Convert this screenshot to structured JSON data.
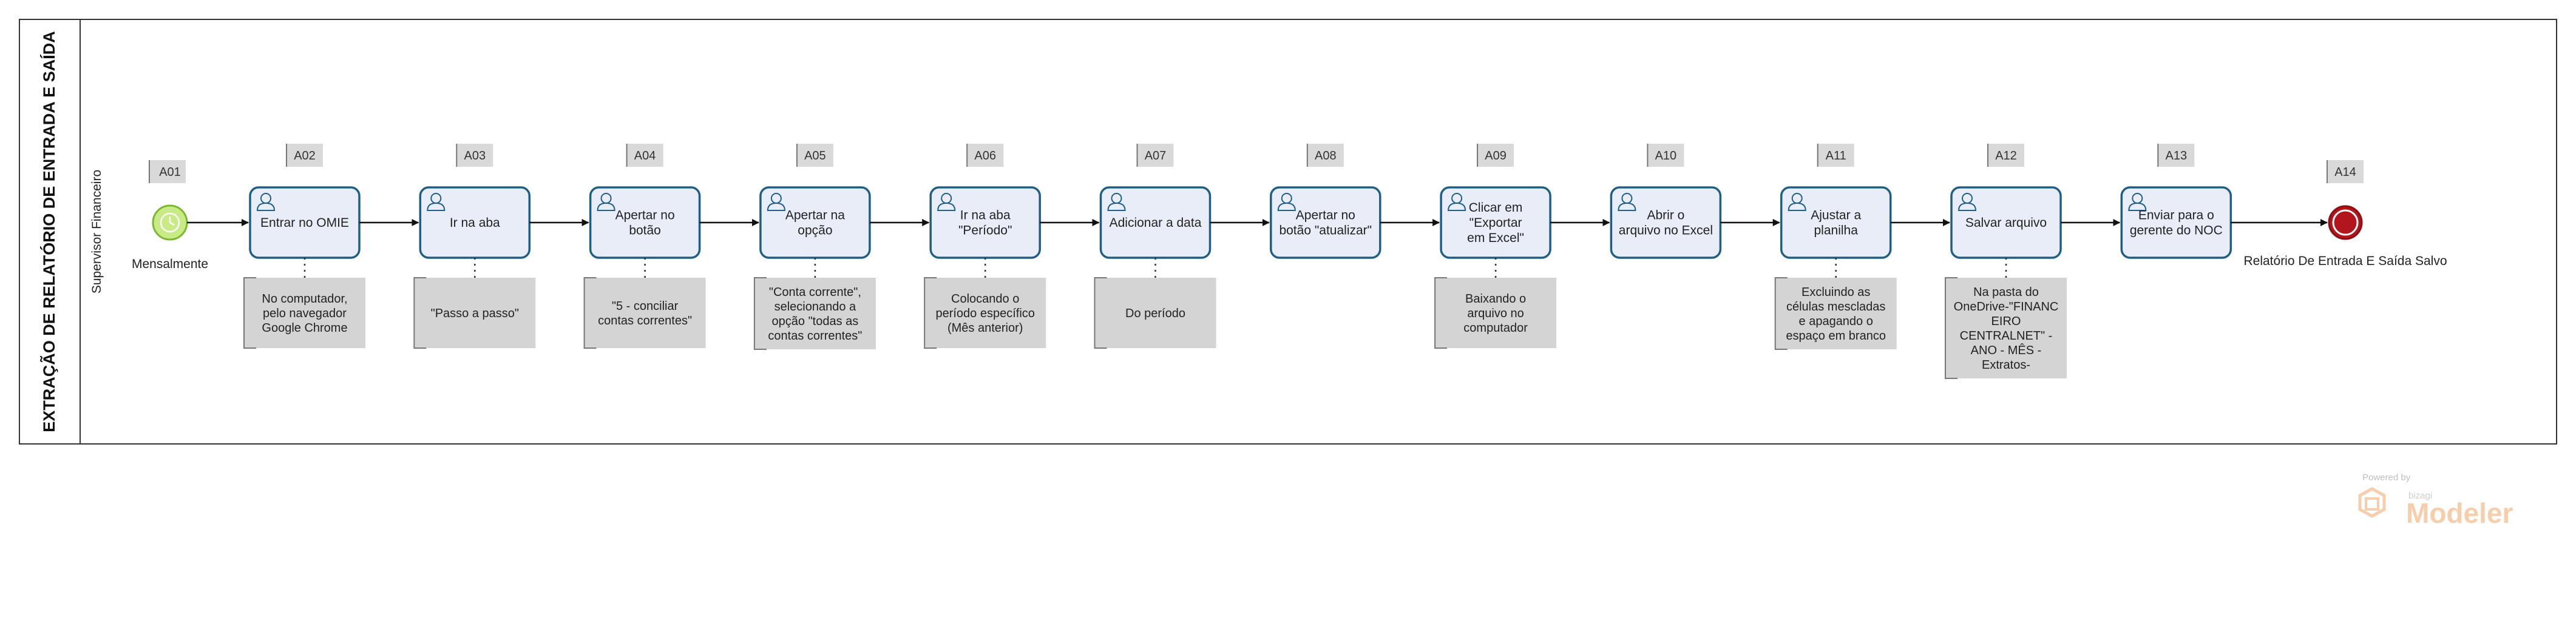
{
  "pool": {
    "title": "EXTRAÇÃO DE RELATÓRIO DE ENTRADA E SAÍDA"
  },
  "lane": {
    "title": "Supervisor Financeiro"
  },
  "start_event": {
    "id": "A01",
    "label": "Mensalmente"
  },
  "end_event": {
    "id": "A14",
    "label": "Relatório De Entrada E Saída Salvo"
  },
  "tasks": [
    {
      "id": "A02",
      "label": [
        "Entrar no OMIE"
      ],
      "note": [
        "No computador,",
        "pelo navegador",
        "Google Chrome"
      ]
    },
    {
      "id": "A03",
      "label": [
        "Ir na aba"
      ],
      "note": [
        "\"Passo a passo\""
      ]
    },
    {
      "id": "A04",
      "label": [
        "Apertar no",
        "botão"
      ],
      "note": [
        "\"5 - conciliar",
        "contas correntes\""
      ]
    },
    {
      "id": "A05",
      "label": [
        "Apertar na",
        "opção"
      ],
      "note": [
        "\"Conta corrente\",",
        "selecionando a",
        "opção \"todas as",
        "contas correntes\""
      ]
    },
    {
      "id": "A06",
      "label": [
        "Ir na aba",
        "\"Período\""
      ],
      "note": [
        "Colocando o",
        "período específico",
        "(Mês anterior)"
      ]
    },
    {
      "id": "A07",
      "label": [
        "Adicionar a data"
      ],
      "note": [
        "Do período"
      ]
    },
    {
      "id": "A08",
      "label": [
        "Apertar no",
        "botão \"atualizar\""
      ],
      "note": []
    },
    {
      "id": "A09",
      "label": [
        "Clicar em",
        "\"Exportar",
        "em Excel\""
      ],
      "note": [
        "Baixando o",
        "arquivo no",
        "computador"
      ]
    },
    {
      "id": "A10",
      "label": [
        "Abrir o",
        "arquivo no Excel"
      ],
      "note": []
    },
    {
      "id": "A11",
      "label": [
        "Ajustar a",
        "planilha"
      ],
      "note": [
        "Excluindo as",
        "células mescladas",
        "e apagando o",
        "espaço em branco"
      ]
    },
    {
      "id": "A12",
      "label": [
        "Salvar arquivo"
      ],
      "note": [
        "Na pasta do",
        "OneDrive-\"FINANC",
        "EIRO",
        "CENTRALNET\" -",
        "ANO - MÊS -",
        "Extratos-"
      ]
    },
    {
      "id": "A13",
      "label": [
        "Enviar para o",
        "gerente do NOC"
      ],
      "note": []
    }
  ],
  "branding": {
    "powered": "Powered by",
    "vendor": "bizagi",
    "product": "Modeler"
  },
  "colors": {
    "task_fill": "#e8edf8",
    "task_stroke": "#1f5f86",
    "start_fill": "#c8eb86",
    "start_stroke": "#7cb82f",
    "end_fill": "#b3151c",
    "annotation_fill": "#d4d4d4",
    "id_fill": "#d9d9d9",
    "brand": "#f7c9a3"
  },
  "icons": {
    "task": "user-task-icon",
    "start": "timer-icon",
    "end": "end-event-icon"
  }
}
